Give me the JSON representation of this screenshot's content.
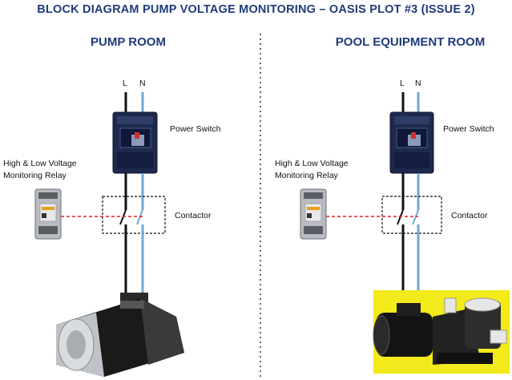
{
  "title": "BLOCK DIAGRAM PUMP VOLTAGE MONITORING – OASIS PLOT #3 (ISSUE 2)",
  "left": {
    "room": "PUMP ROOM",
    "line": "L",
    "neutral": "N",
    "power_switch": "Power Switch",
    "relay_line1": "High & Low Voltage",
    "relay_line2": "Monitoring Relay",
    "contactor": "Contactor"
  },
  "right": {
    "room": "POOL EQUIPMENT ROOM",
    "line": "L",
    "neutral": "N",
    "power_switch": "Power Switch",
    "relay_line1": "High & Low Voltage",
    "relay_line2": "Monitoring Relay",
    "contactor": "Contactor"
  },
  "colors": {
    "title": "#1f3b7a",
    "live_wire": "#111111",
    "neutral_wire": "#6fa8d6",
    "signal_line": "#e02020",
    "pump_background": "#f2ea1a"
  }
}
